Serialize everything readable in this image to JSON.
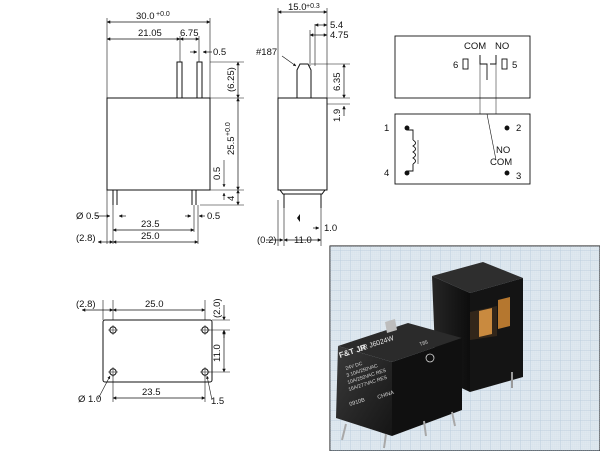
{
  "side_view": {
    "width_label": "30.0",
    "width_tol": "+0.0",
    "pin_offset": "21.05",
    "pin_gap": "6.75",
    "pin_thick": "0.5",
    "pin_height": "(6.25)",
    "body_height": "25.5",
    "body_height_tol": "+0.0",
    "lead_thick": "0.5",
    "lead_len": "4",
    "lead_dia": "Ø 0.5",
    "lead_pitch": "23.5",
    "lead_width": "0.5",
    "offset": "(2.8)",
    "base_width": "25.0"
  },
  "end_view": {
    "depth_label": "15.0",
    "depth_tol": "+0.3",
    "d54": "5.4",
    "d475": "4.75",
    "tab_name": "#187",
    "tab_height": "6.35",
    "gap": "1.9",
    "offset": "(0.2)",
    "pitch": "11.0",
    "gap2": "1.0"
  },
  "bottom_view": {
    "offset": "(2.8)",
    "width": "25.0",
    "top_offset": "(2.0)",
    "pitch_v": "11.0",
    "hole": "Ø 1.0",
    "pitch_h": "23.5",
    "edge": "1.5"
  },
  "schematic": {
    "com_top": "COM",
    "no_top": "NO",
    "pin6": "6",
    "pin5": "5",
    "pin1": "1",
    "pin2": "2",
    "pin4": "4",
    "pin3": "3",
    "no_side": "NO",
    "com_side": "COM"
  },
  "photo": {
    "brand": "F&T JR",
    "model": "JR J6024W",
    "line1": "24V DC",
    "line2": "3 10A/250VAC",
    "line3": "10A/250VAC RES",
    "line4": "16A/277VAC RES",
    "batch": "0910B",
    "origin": "CHINA",
    "cert": "T85"
  }
}
